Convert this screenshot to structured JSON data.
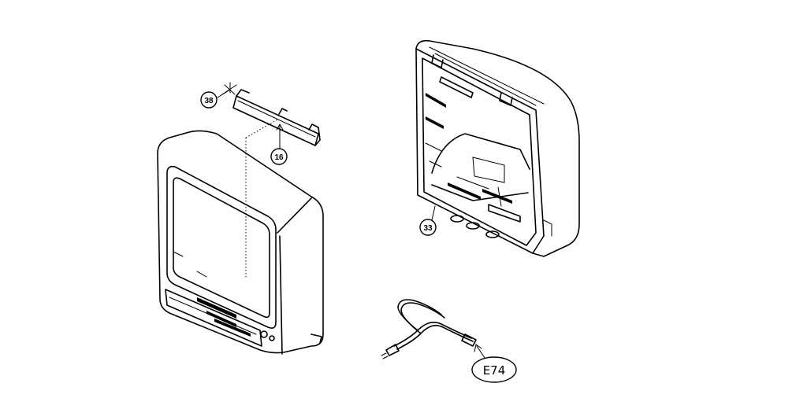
{
  "callouts": {
    "screw": "38",
    "bracket": "16",
    "cabinet": "33",
    "power_cord": "E74"
  },
  "colors": {
    "line": "#000000",
    "background": "#ffffff"
  }
}
